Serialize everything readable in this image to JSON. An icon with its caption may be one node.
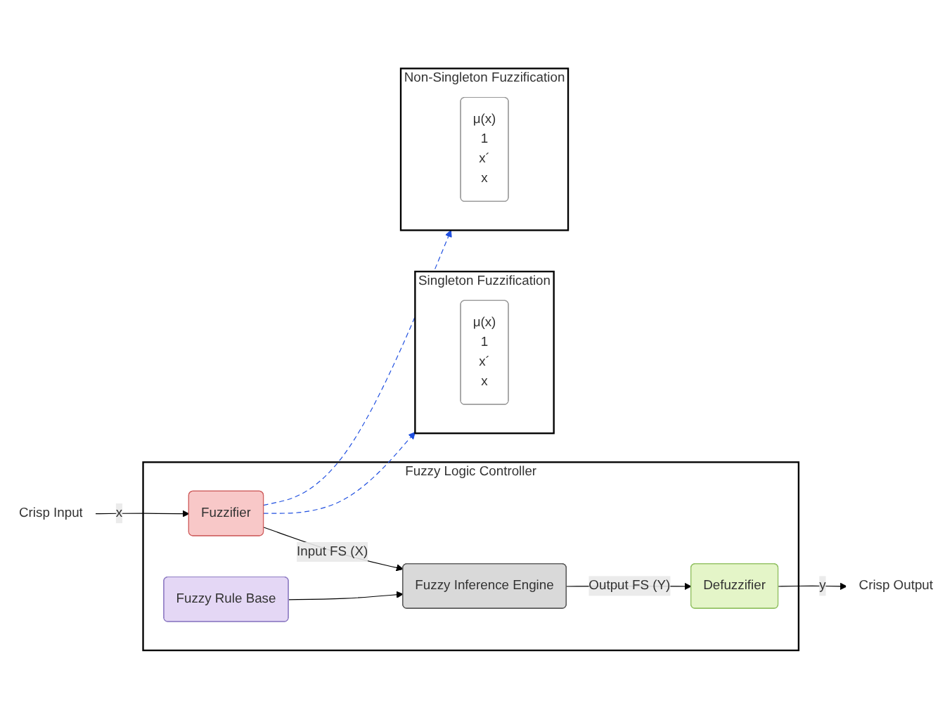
{
  "diagram": {
    "nodes": [
      {
        "text": [
          "Fuzzy Logic Controller"
        ]
      },
      {
        "text": [
          "Fuzzy Rule Base"
        ],
        "in": 0
      },
      {
        "text": [
          "Crisp Input"
        ]
      },
      {
        "text": [
          "Fuzzifier"
        ],
        "in": 0
      },
      {
        "text": [
          "Fuzzy Inference Engine"
        ],
        "in": 0
      },
      {
        "text": [
          "Defuzzifier"
        ],
        "in": 0
      },
      {
        "text": [
          "Crisp Output"
        ]
      },
      {
        "text": [
          "Singleton Fuzzification"
        ]
      },
      {
        "text": [
          "μ(x)",
          "1",
          "x´",
          "x"
        ],
        "in": 7
      },
      {
        "text": [
          "Non-Singleton Fuzzification"
        ]
      },
      {
        "text": [
          "μ(x)",
          "1",
          "x´",
          "x"
        ],
        "in": 9
      }
    ],
    "edges": [
      {
        "from": 2,
        "to": 3,
        "arrow": "to",
        "label": "x"
      },
      {
        "from": 3,
        "to": 4,
        "arrow": "to",
        "label": "Input FS (X)"
      },
      {
        "from": 1,
        "to": 4,
        "arrow": "to"
      },
      {
        "from": 4,
        "to": 5,
        "arrow": "to",
        "label": "Output FS (Y)"
      },
      {
        "from": 5,
        "to": 6,
        "arrow": "to",
        "label": "y"
      },
      {
        "from": 3,
        "to": 7,
        "arrow": "to",
        "style": "dashed",
        "color": "#1f4fe0"
      },
      {
        "from": 3,
        "to": 9,
        "arrow": "to",
        "style": "dashed",
        "color": "#1f4fe0"
      }
    ]
  }
}
